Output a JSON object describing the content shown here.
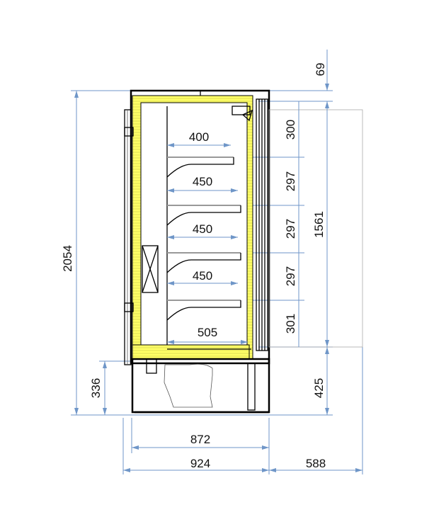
{
  "drawing": {
    "title": "Refrigerated display cabinet side section",
    "colors": {
      "dimension": "#6f96c8",
      "insulation": "#ffff66",
      "outline": "#000000"
    },
    "dimensions": {
      "top_offset": "69",
      "total_height": "2054",
      "base_height": "336",
      "shelf_gaps": [
        "300",
        "297",
        "297",
        "297",
        "301"
      ],
      "display_opening": "1561",
      "bottom_right": "425",
      "inner_depth": "872",
      "total_depth": "924",
      "door_swing": "588"
    },
    "shelf_depths": [
      "400",
      "450",
      "450",
      "450",
      "505"
    ]
  }
}
